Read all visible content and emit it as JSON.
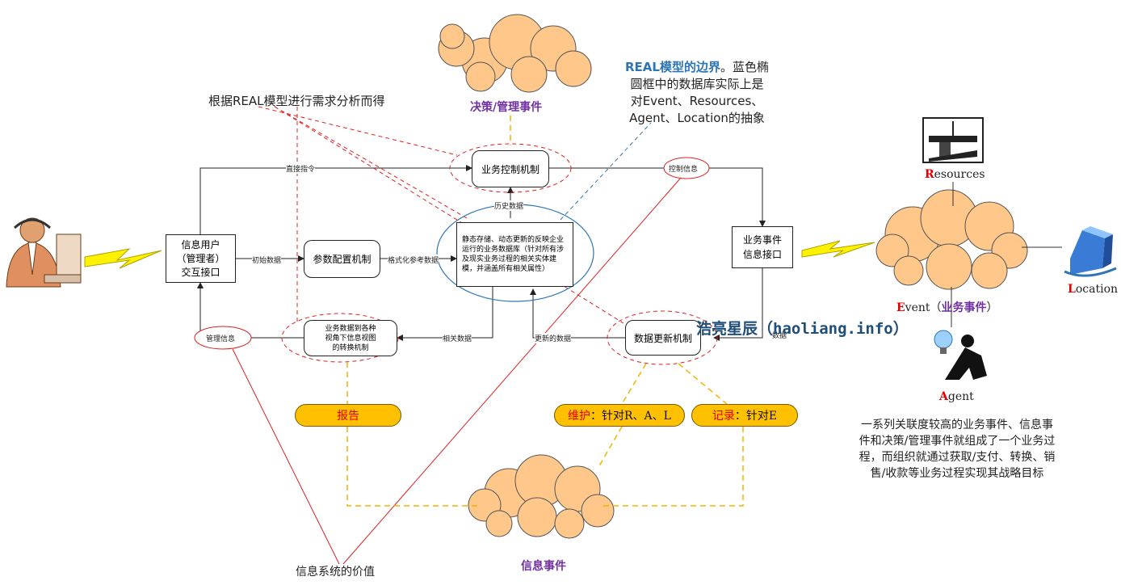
{
  "annotations": {
    "requirements_note": "根据REAL模型进行需求分析而得",
    "real_boundary_title": "REAL模型的边界",
    "real_boundary_rest_line1": "。蓝色椭",
    "real_boundary_line2": "圆框中的数据库实际上是",
    "real_boundary_line3": "对Event、Resources、",
    "real_boundary_line4": "Agent、Location的抽象",
    "value_note": "信息系统的价值",
    "process_note_line1": "一系列关联度较高的业务事件、信息事",
    "process_note_line2": "件和决策/管理事件就组成了一个业务过",
    "process_note_line3": "程，而组织就通过获取/支付、转换、销",
    "process_note_line4": "售/收款等业务过程实现其战略目标",
    "watermark": "浩亮星辰（haoliang.info）"
  },
  "clouds": {
    "decision": "决策/管理事件",
    "info": "信息事件",
    "event_label_prefix": "E",
    "event_label_rest": "vent（",
    "event_label_cn": "业务事件",
    "event_label_close": "）"
  },
  "rea": {
    "resources_initial": "R",
    "resources_rest": "esources",
    "location_initial": "L",
    "location_rest": "ocation",
    "agent_initial": "A",
    "agent_rest": "gent"
  },
  "boxes": {
    "user_interface_l1": "信息用户",
    "user_interface_l2": "（管理者）",
    "user_interface_l3": "交互接口",
    "param_config": "参数配置机制",
    "biz_control": "业务控制机制",
    "database_text": "静态存储、动态更新的反映企业运行的业务数据库（针对所有涉及现实业务过程的相关实体建模，并涵盖所有相关属性）",
    "biz_event_l1": "业务事件",
    "biz_event_l2": "信息接口",
    "data_update": "数据更新机制",
    "transform_l1": "业务数据到各种",
    "transform_l2": "视角下信息视图",
    "transform_l3": "的转换机制"
  },
  "edges": {
    "direct_command": "直接指令",
    "initial_data": "初始数据",
    "format_ref": "格式化参考数据",
    "history_data": "历史数据",
    "control_info": "控制信息",
    "related_data": "相关数据",
    "updated_data": "更新的数据",
    "mgmt_info": "管理信息",
    "data_partial": "数据"
  },
  "pills": {
    "report": "报告",
    "maintain_prefix": "维护",
    "maintain_rest": "：针对R、A、L",
    "record_prefix": "记录",
    "record_rest": "：针对E"
  },
  "colors": {
    "cloud": "#FFC78A",
    "pill": "#FFC000",
    "red_dash": "#E02020",
    "blue_dash": "#2E75B6",
    "orange_dash": "#F2B400",
    "purple": "#7030A0"
  }
}
